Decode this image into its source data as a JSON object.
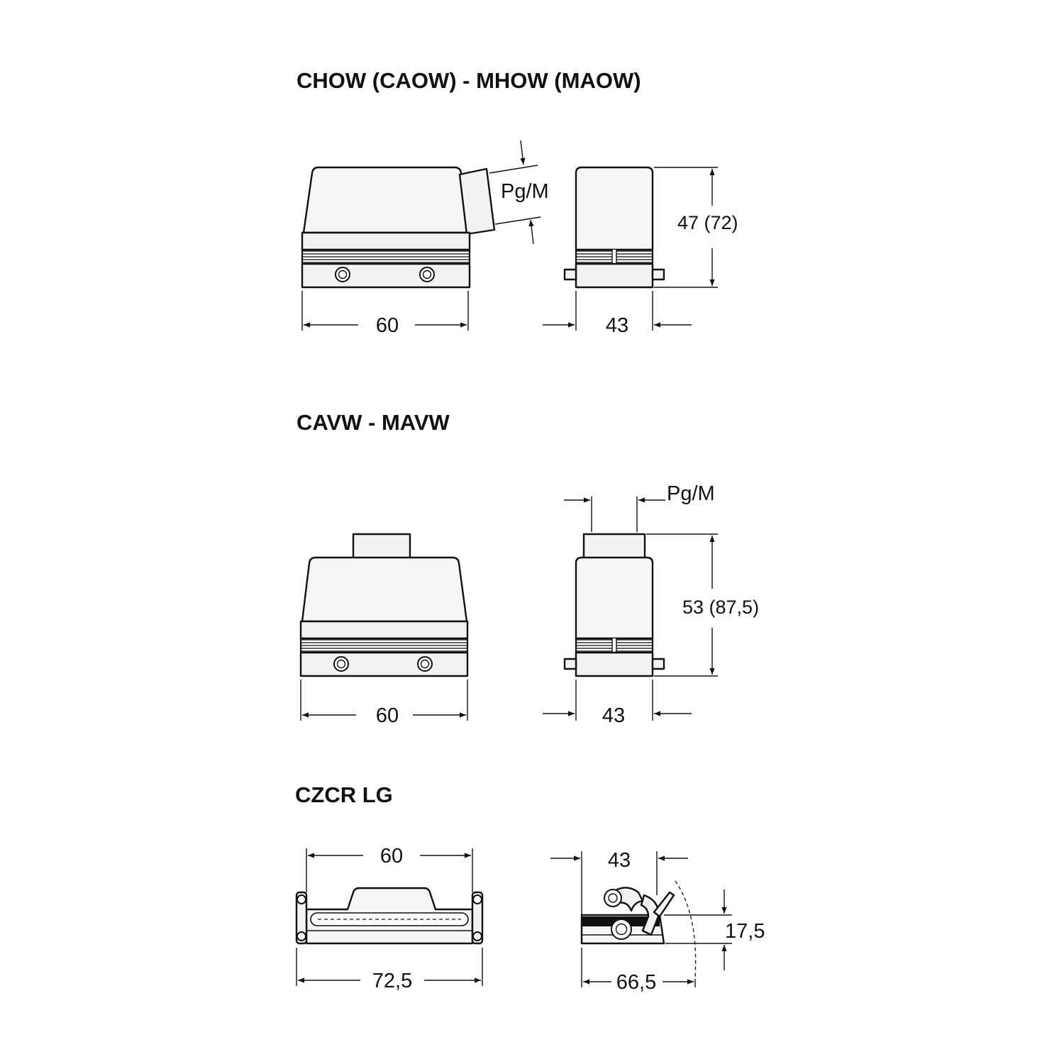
{
  "sections": [
    {
      "title": "CHOW (CAOW) - MHOW (MAOW)",
      "front": {
        "width_label": "60",
        "entry_label": "Pg/M"
      },
      "side": {
        "width_label": "43",
        "height_label": "47 (72)"
      }
    },
    {
      "title": "CAVW - MAVW",
      "front": {
        "width_label": "60"
      },
      "side": {
        "width_label": "43",
        "height_label": "53 (87,5)",
        "entry_label": "Pg/M"
      }
    },
    {
      "title": "CZCR LG",
      "front": {
        "top_width_label": "60",
        "bottom_width_label": "72,5"
      },
      "side": {
        "top_width_label": "43",
        "bottom_width_label": "66,5",
        "height_label": "17,5"
      }
    }
  ]
}
